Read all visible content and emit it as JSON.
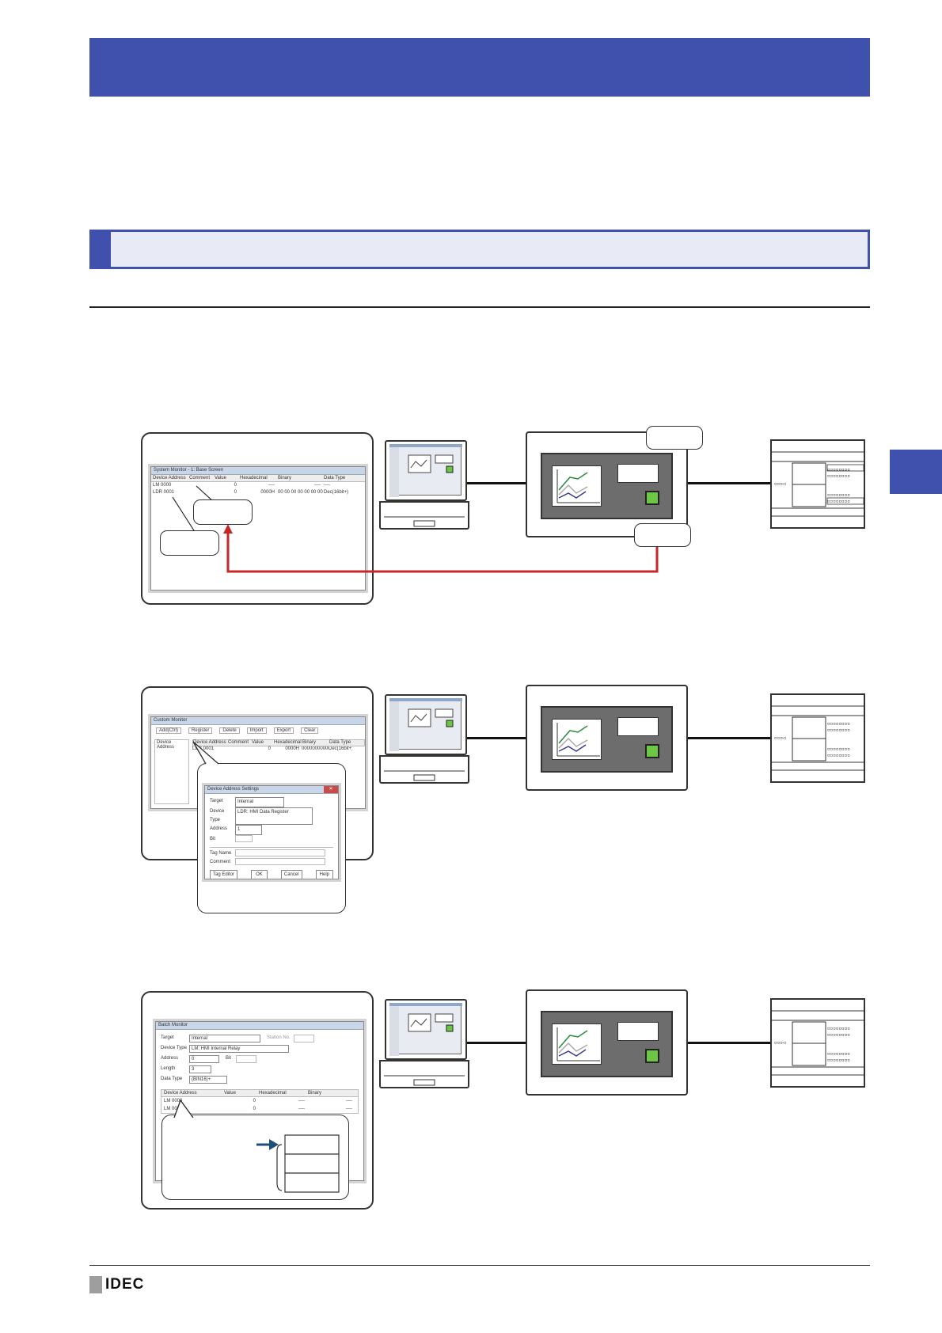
{
  "footer": {
    "brand": "IDEC"
  },
  "figure1": {
    "window_title": "System Monitor - 1: Base Screen",
    "columns": [
      "Device Address",
      "Comment",
      "Value",
      "Hexadecimal",
      "Binary",
      "Data Type"
    ],
    "rows": [
      [
        "LM 0000",
        "",
        "0",
        "----",
        "----",
        "----"
      ],
      [
        "LDR 0001",
        "",
        "0",
        "0000H",
        "00 00 00 00 00 00 00 00",
        "Dec(16bit+)"
      ]
    ]
  },
  "figure2": {
    "window_title": "Custom Monitor",
    "toolbar": [
      "Add(Ctrl)",
      "Register",
      "Delete",
      "Import",
      "Export",
      "Clear"
    ],
    "list_header": "Device Address",
    "columns": [
      "Device Address",
      "Comment",
      "Value",
      "Hexadecimal",
      "Binary",
      "Data Type"
    ],
    "row": [
      "LDR 0001",
      "",
      "0",
      "0000H",
      "00000000000",
      "Dec(16bit+)"
    ],
    "dialog": {
      "title": "Device Address Settings",
      "fields": [
        {
          "label": "Target",
          "value": "Internal"
        },
        {
          "label": "Device Type",
          "value": "LDR: HMI Data Register"
        },
        {
          "label": "Address",
          "value": "1"
        },
        {
          "label": "Bit",
          "value": ""
        },
        {
          "label": "Tag Name",
          "value": ""
        },
        {
          "label": "Comment",
          "value": ""
        }
      ],
      "buttons": [
        "Tag Editor",
        "OK",
        "Cancel",
        "Help"
      ]
    }
  },
  "figure3": {
    "window_title": "Batch Monitor",
    "fields": [
      {
        "label": "Target",
        "value": "Internal"
      },
      {
        "label": "Device Type",
        "value": "LM: HMI Internal Relay"
      },
      {
        "label": "Address",
        "value": "0"
      },
      {
        "label": "Length",
        "value": "3"
      },
      {
        "label": "Data Type",
        "value": "(BIN16)+"
      }
    ],
    "station_label": "Station No.",
    "bit_label": "Bit",
    "columns": [
      "Device Address",
      "Value",
      "Hexadecimal",
      "Binary"
    ],
    "rows": [
      [
        "LM 0000",
        "0",
        "----",
        "----"
      ],
      [
        "LM 0001",
        "0",
        "----",
        "----"
      ]
    ]
  }
}
